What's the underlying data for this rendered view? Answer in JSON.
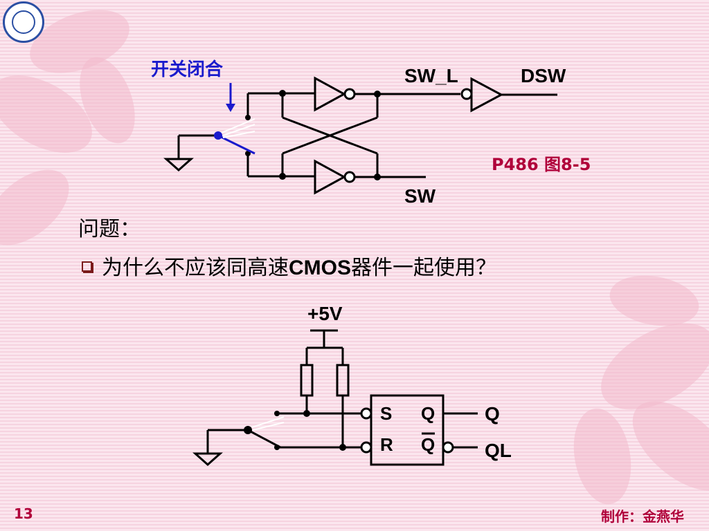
{
  "logo": {
    "icon": "university-seal-icon"
  },
  "diagram1": {
    "annotation": "开关闭合",
    "signals": {
      "sw_l": "SW_L",
      "dsw": "DSW",
      "sw": "SW"
    },
    "reference": "P486 图8-5"
  },
  "question": {
    "title": "问题：",
    "bullet_text_prefix": "为什么不应该同高速",
    "bullet_text_bold": "CMOS",
    "bullet_text_suffix": "器件一起使用？"
  },
  "diagram2": {
    "supply": "+5V",
    "ff_labels": {
      "s": "S",
      "r": "R",
      "q_top": "Q",
      "q_bottom": "Q"
    },
    "outputs": {
      "q": "Q",
      "ql": "QL"
    }
  },
  "footer": {
    "page_number": "13",
    "author": "制作：金燕华"
  },
  "colors": {
    "accent": "#b0003a",
    "annotation": "#1a1acc",
    "switch": "#1a1acc",
    "background": "#fbe6ee"
  }
}
